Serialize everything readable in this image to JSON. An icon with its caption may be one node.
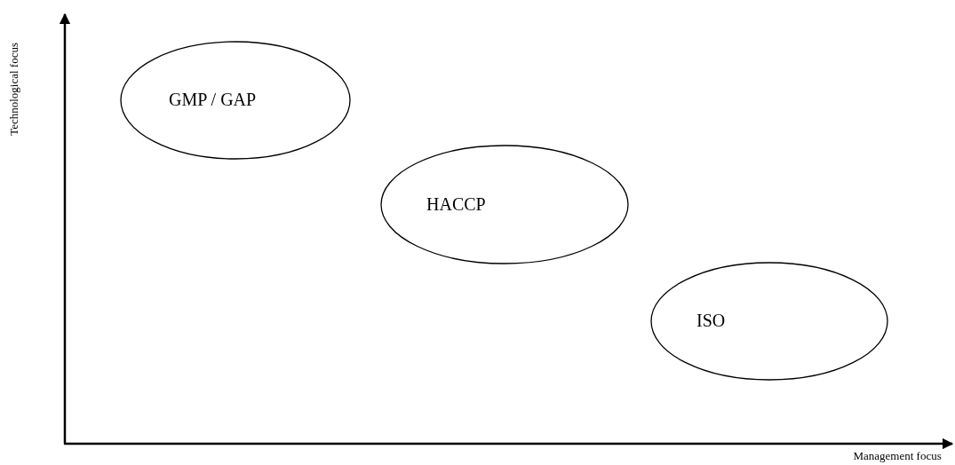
{
  "diagram": {
    "nodes": [
      {
        "text": [
          "GMP / GAP"
        ]
      },
      {
        "text": [
          "HACCP"
        ]
      },
      {
        "text": [
          "ISO"
        ]
      }
    ],
    "labels": [
      "Technological focus",
      "Management focus"
    ]
  }
}
